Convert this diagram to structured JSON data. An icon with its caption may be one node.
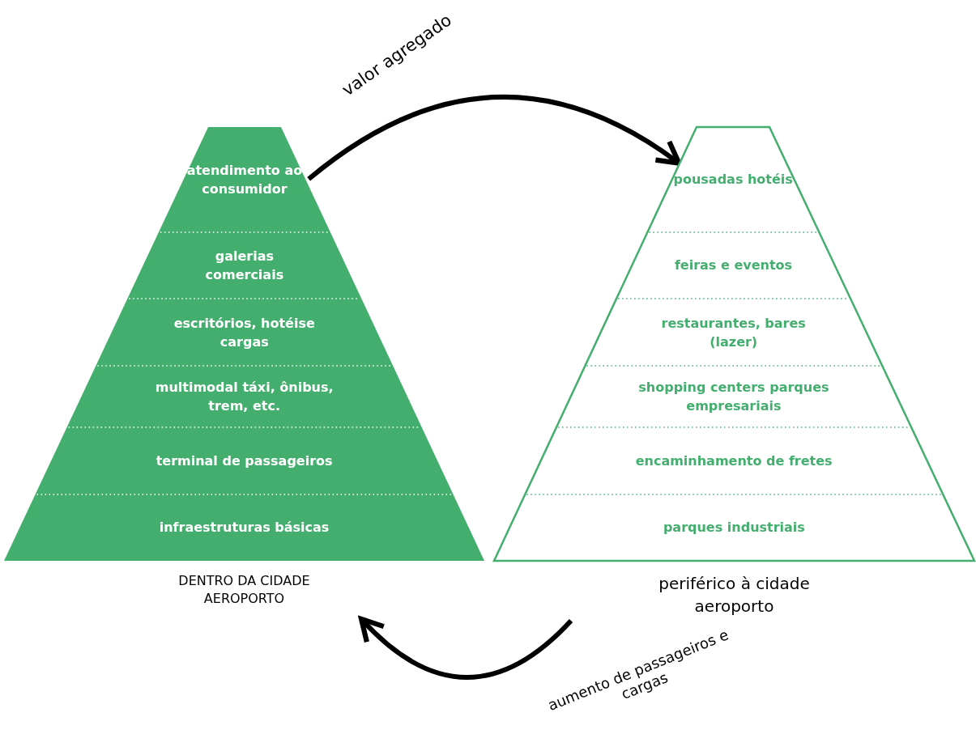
{
  "diagram": {
    "nodes": [
      {
        "text": [
          "DENTRO DA CIDADE AEROPORTO"
        ]
      },
      {
        "text": [
          "atendimento ao consumidor"
        ],
        "in": 0
      },
      {
        "text": [
          "galerias comerciais"
        ],
        "in": 0
      },
      {
        "text": [
          "escritórios, hotéise cargas"
        ],
        "in": 0
      },
      {
        "text": [
          "multimodal táxi, ônibus, trem, etc."
        ],
        "in": 0
      },
      {
        "text": [
          "terminal de passageiros"
        ],
        "in": 0
      },
      {
        "text": [
          "infraestruturas básicas"
        ],
        "in": 0
      },
      {
        "text": [
          "periférico à cidade aeroporto"
        ]
      },
      {
        "text": [
          "pousadas hotéis"
        ],
        "in": 7
      },
      {
        "text": [
          "feiras e eventos"
        ],
        "in": 7
      },
      {
        "text": [
          "restaurantes, bares (lazer)"
        ],
        "in": 7
      },
      {
        "text": [
          "shopping centers parques empresariais"
        ],
        "in": 7
      },
      {
        "text": [
          "encaminhamento de fretes"
        ],
        "in": 7
      },
      {
        "text": [
          "parques industriais"
        ],
        "in": 7
      }
    ],
    "edges": [
      {
        "from": 0,
        "to": 7,
        "arrow": "to",
        "label": "valor agregado"
      },
      {
        "from": 7,
        "to": 0,
        "arrow": "to",
        "label": "aumento de passageiros e cargas"
      }
    ]
  }
}
